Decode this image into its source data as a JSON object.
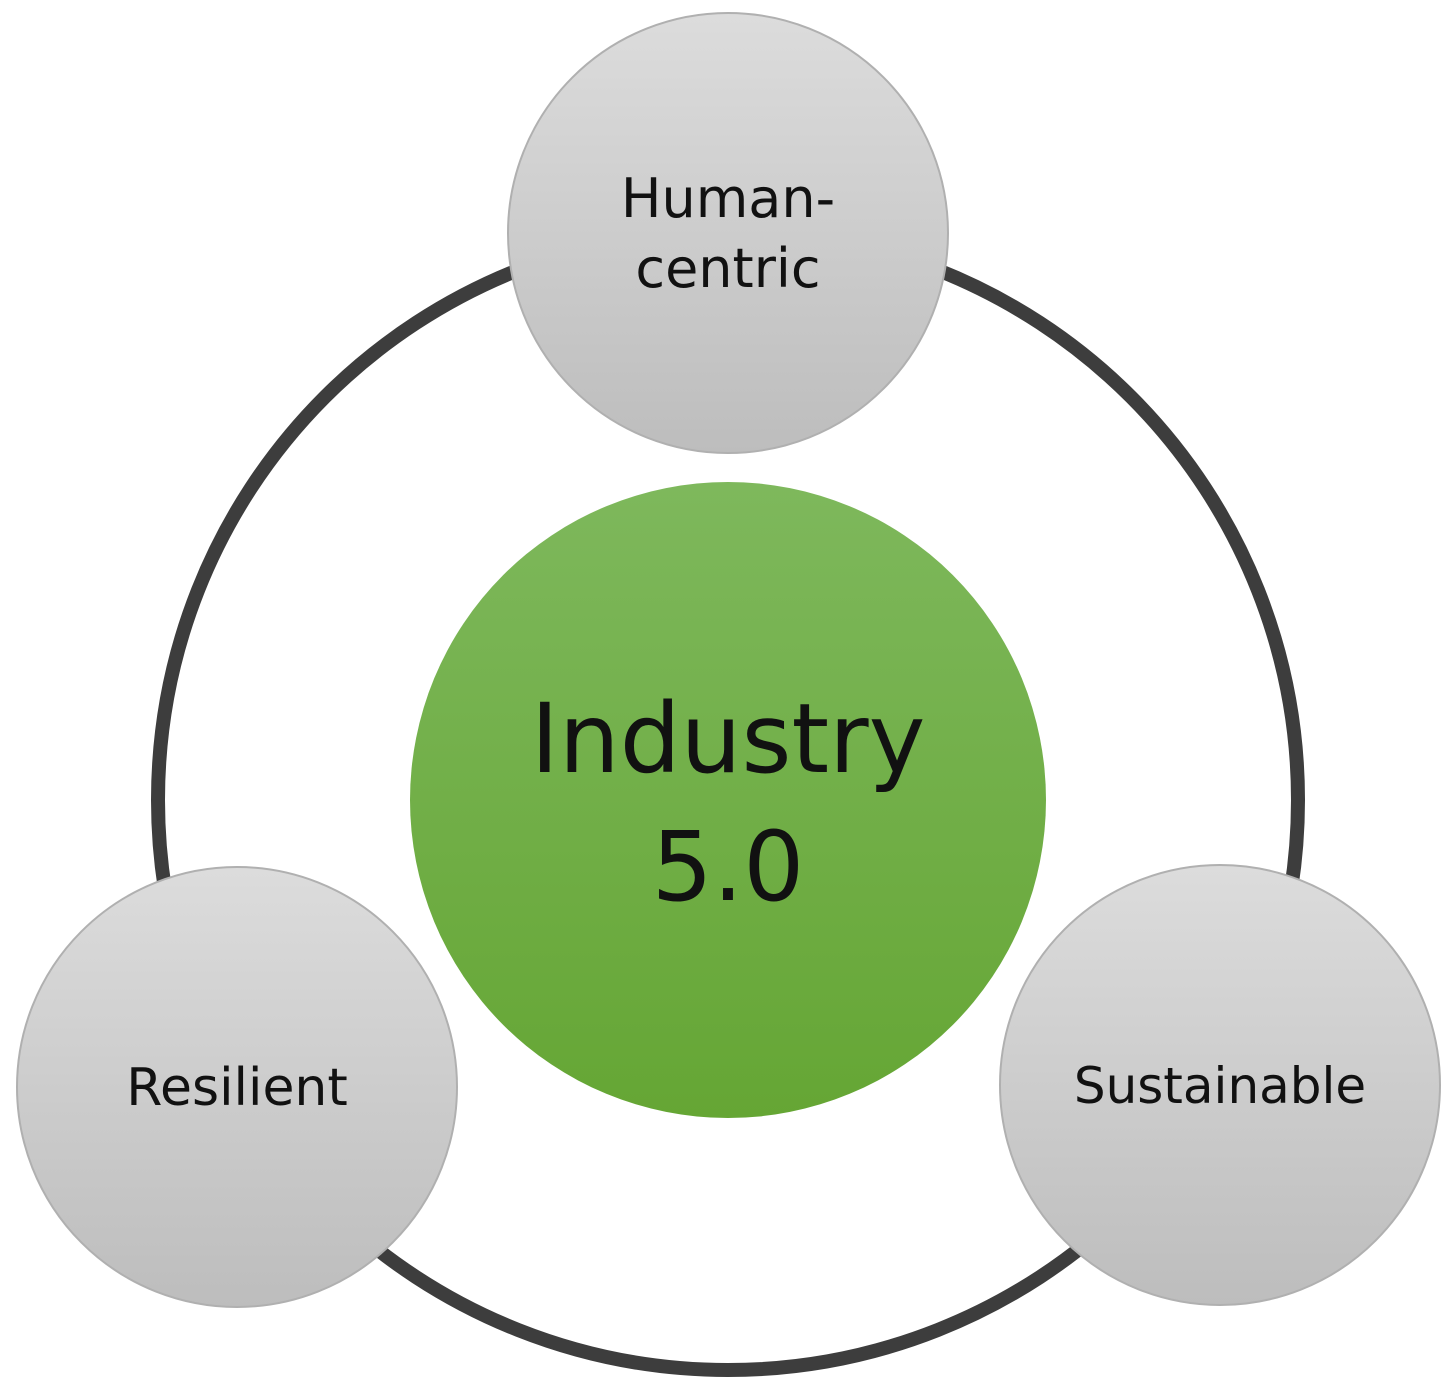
{
  "center": {
    "line1": "Industry",
    "line2": "5.0",
    "color_top": "#7eb85c",
    "color_bottom": "#65a634"
  },
  "nodes": {
    "top": {
      "line1": "Human-",
      "line2": "centric"
    },
    "left": {
      "label": "Resilient"
    },
    "right": {
      "label": "Sustainable"
    }
  },
  "colors": {
    "ring": "#3d3d3d",
    "node_top": "#dcdcdc",
    "node_bottom": "#bdbdbd",
    "node_border": "#b0b0b0"
  }
}
